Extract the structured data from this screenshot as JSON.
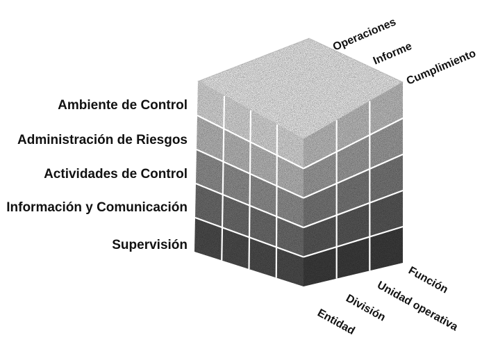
{
  "components": [
    "Ambiente de Control",
    "Administración de Riesgos",
    "Actividades de Control",
    "Información y Comunicación",
    "Supervisión"
  ],
  "objectives": [
    "Operaciones",
    "Informe",
    "Cumplimiento"
  ],
  "entity_levels": [
    "Función",
    "Unidad operativa",
    "División",
    "Entidad"
  ],
  "band_shading": {
    "front": [
      "#d8d8d8",
      "#b8b8b8",
      "#8f8f8f",
      "#6c6c6c",
      "#4c4c4c"
    ],
    "side": [
      "#bdbdbd",
      "#9c9c9c",
      "#777777",
      "#575757",
      "#3c3c3c"
    ],
    "top": "#ececec"
  }
}
